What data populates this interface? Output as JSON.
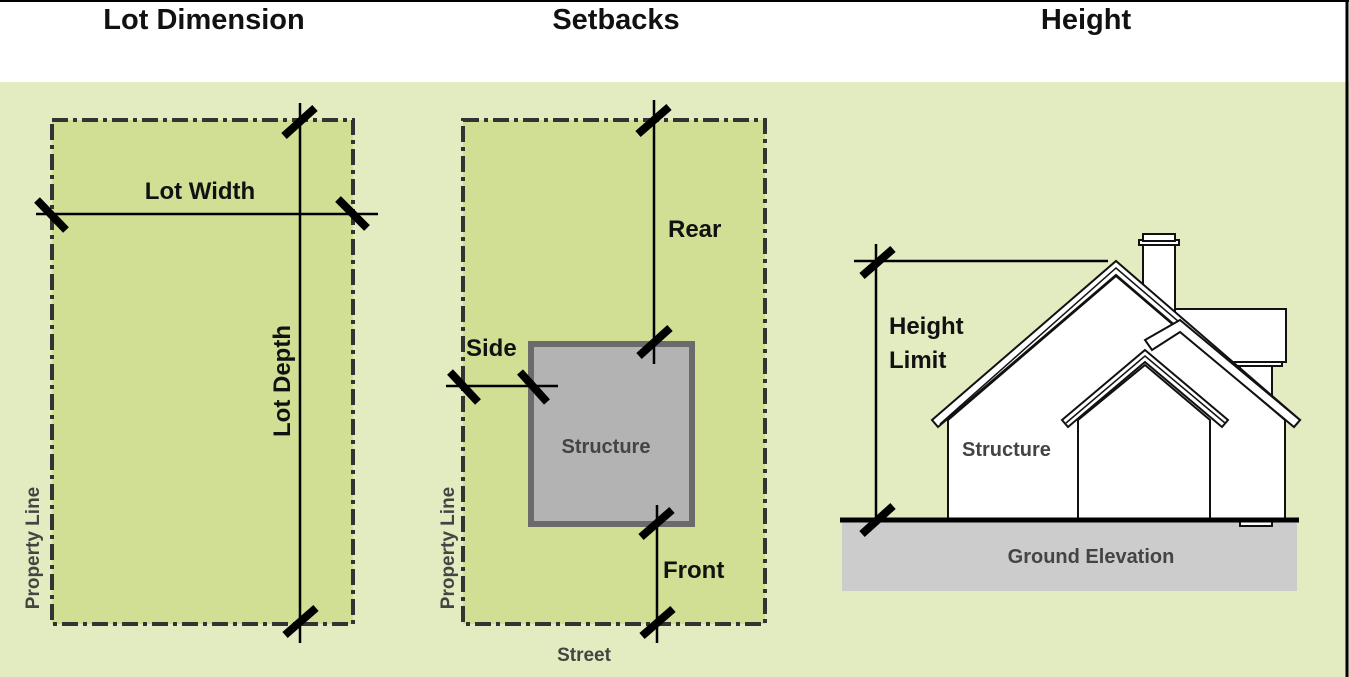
{
  "colors": {
    "background_outer": "#e3ebc0",
    "lot_fill": "#d1df94",
    "structure_fill": "#b3b3b3",
    "structure_border": "#6b6b6b",
    "ground_fill": "#cccccc",
    "header_bg": "#ffffff"
  },
  "panels": {
    "lot_dimension": {
      "title": "Lot Dimension",
      "lot_width_label": "Lot Width",
      "lot_depth_label": "Lot Depth",
      "property_line_label": "Property Line"
    },
    "setbacks": {
      "title": "Setbacks",
      "rear_label": "Rear",
      "side_label": "Side",
      "front_label": "Front",
      "structure_label": "Structure",
      "property_line_label": "Property Line",
      "street_label": "Street"
    },
    "height": {
      "title": "Height",
      "height_limit_line1": "Height",
      "height_limit_line2": "Limit",
      "structure_label": "Structure",
      "ground_label": "Ground Elevation"
    }
  }
}
